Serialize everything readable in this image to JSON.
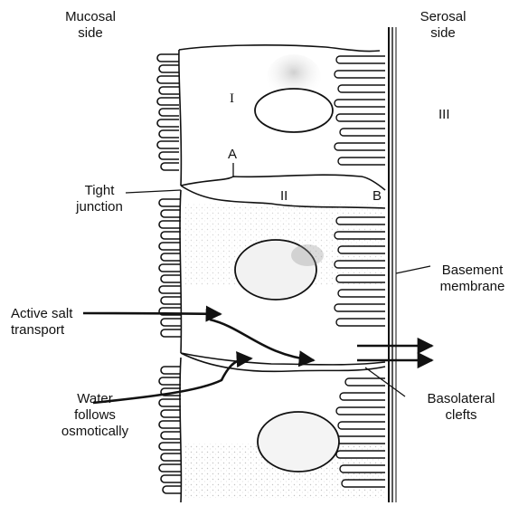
{
  "labels": {
    "mucosal_side": [
      "Mucosal",
      "side"
    ],
    "serosal_side": [
      "Serosal",
      "side"
    ],
    "tight_junction": [
      "Tight",
      "junction"
    ],
    "active_salt_transport": [
      "Active salt",
      "transport"
    ],
    "water_follows": [
      "Water",
      "follows",
      "osmotically"
    ],
    "basement_membrane": [
      "Basement",
      "membrane"
    ],
    "basolateral_clefts": [
      "Basolateral",
      "clefts"
    ]
  },
  "markers": {
    "cell_one": "I",
    "space_two": "II",
    "space_three": "III",
    "point_a": "A",
    "point_b": "B"
  }
}
